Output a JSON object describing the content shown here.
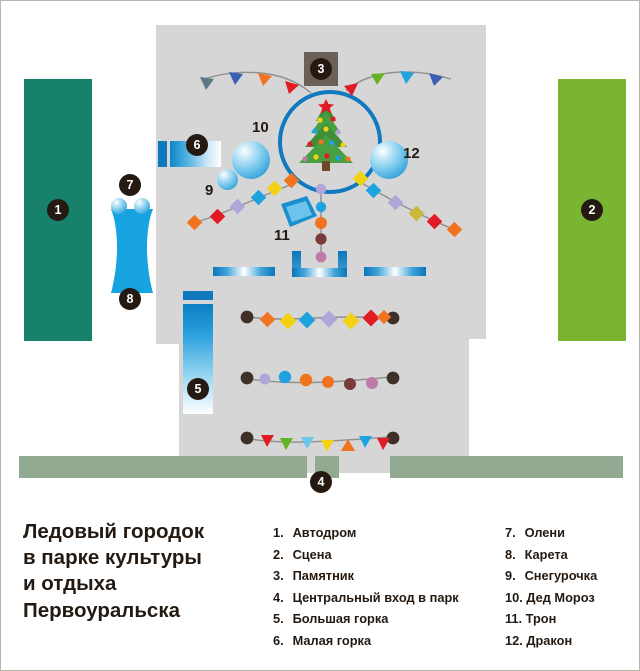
{
  "title": "Ледовый городок в парке культуры и отдыха Первоуральска",
  "title_lines": [
    "Ледовый городок",
    "в парке культуры",
    "и отдыха",
    "Первоуральска"
  ],
  "legend": {
    "column1": [
      {
        "num": "1.",
        "label": "Автодром"
      },
      {
        "num": "2.",
        "label": "Сцена"
      },
      {
        "num": "3.",
        "label": "Памятник"
      },
      {
        "num": "4.",
        "label": "Центральный вход в парк"
      },
      {
        "num": "5.",
        "label": "Большая горка"
      },
      {
        "num": "6.",
        "label": "Малая горка"
      }
    ],
    "column2": [
      {
        "num": "7.",
        "label": "Олени"
      },
      {
        "num": "8.",
        "label": "Карета"
      },
      {
        "num": "9.",
        "label": "Снегурочка"
      },
      {
        "num": "10.",
        "label": "Дед Мороз"
      },
      {
        "num": "11.",
        "label": "Трон"
      },
      {
        "num": "12.",
        "label": "Дракон"
      }
    ]
  },
  "markers": [
    {
      "id": "1",
      "label": "1",
      "target": "Автодром"
    },
    {
      "id": "2",
      "label": "2",
      "target": "Сцена"
    },
    {
      "id": "3",
      "label": "3",
      "target": "Памятник"
    },
    {
      "id": "4",
      "label": "4",
      "target": "Центральный вход в парк"
    },
    {
      "id": "5",
      "label": "5",
      "target": "Большая горка"
    },
    {
      "id": "6",
      "label": "6",
      "target": "Малая горка"
    },
    {
      "id": "7",
      "label": "7",
      "target": "Олени"
    },
    {
      "id": "8",
      "label": "8",
      "target": "Карета"
    }
  ],
  "numeric_labels": [
    {
      "id": "9",
      "label": "9",
      "target": "Снегурочка"
    },
    {
      "id": "10",
      "label": "10",
      "target": "Дед Мороз"
    },
    {
      "id": "11",
      "label": "11",
      "target": "Трон"
    },
    {
      "id": "12",
      "label": "12",
      "target": "Дракон"
    }
  ],
  "colors": {
    "map_ground": "#d6d6d6",
    "autodrom_teal": "#17816c",
    "stage_green": "#79b530",
    "road_green": "#92a992",
    "monument_gray": "#6b6057",
    "marker_dark": "#241a12",
    "ice_blue": "#0f79bd",
    "circle_blue": "#1079bf",
    "page_background": "#ffffff"
  },
  "garlands": {
    "top_left_flags": [
      "#5c7a86",
      "#3a5fb5",
      "#f07420",
      "#e01b24"
    ],
    "top_right_flags": [
      "#e01b24",
      "#63b420",
      "#1ea2e0",
      "#3a5fb5"
    ],
    "left_diamonds": [
      "#f07420",
      "#e01b24",
      "#b0a5d8",
      "#1ea2e0",
      "#f2d212",
      "#f07420"
    ],
    "right_diamonds": [
      "#f2d212",
      "#1ea2e0",
      "#b0a5d8",
      "#c9b93a",
      "#e01b24",
      "#f07420"
    ],
    "throne_chain_circles": [
      "#b0a5d8",
      "#1ea2e0",
      "#f07420",
      "#7a3a3a",
      "#c07aa8"
    ],
    "row1_diamonds": [
      "#f07420",
      "#f2d212",
      "#1ea2e0",
      "#b0a5d8",
      "#f2d212",
      "#e01b24",
      "#f07420"
    ],
    "row2_circles": [
      "#b0a5d8",
      "#1ea2e0",
      "#f07420",
      "#f07420",
      "#7a3a3a",
      "#c07aa8"
    ],
    "row3_flags": [
      "#e01b24",
      "#63b420",
      "#6cc7ee",
      "#f2d212",
      "#f07420",
      "#1ea2e0",
      "#e01b24"
    ],
    "endpoint_color": "#3f3128"
  },
  "tree": {
    "name": "christmas-tree",
    "foliage": "#3f8f3a",
    "star": "#e01b24",
    "ornaments": [
      "#e01b24",
      "#f2d212",
      "#1ea2e0",
      "#b0a5d8",
      "#f07420",
      "#c07aa8"
    ]
  }
}
